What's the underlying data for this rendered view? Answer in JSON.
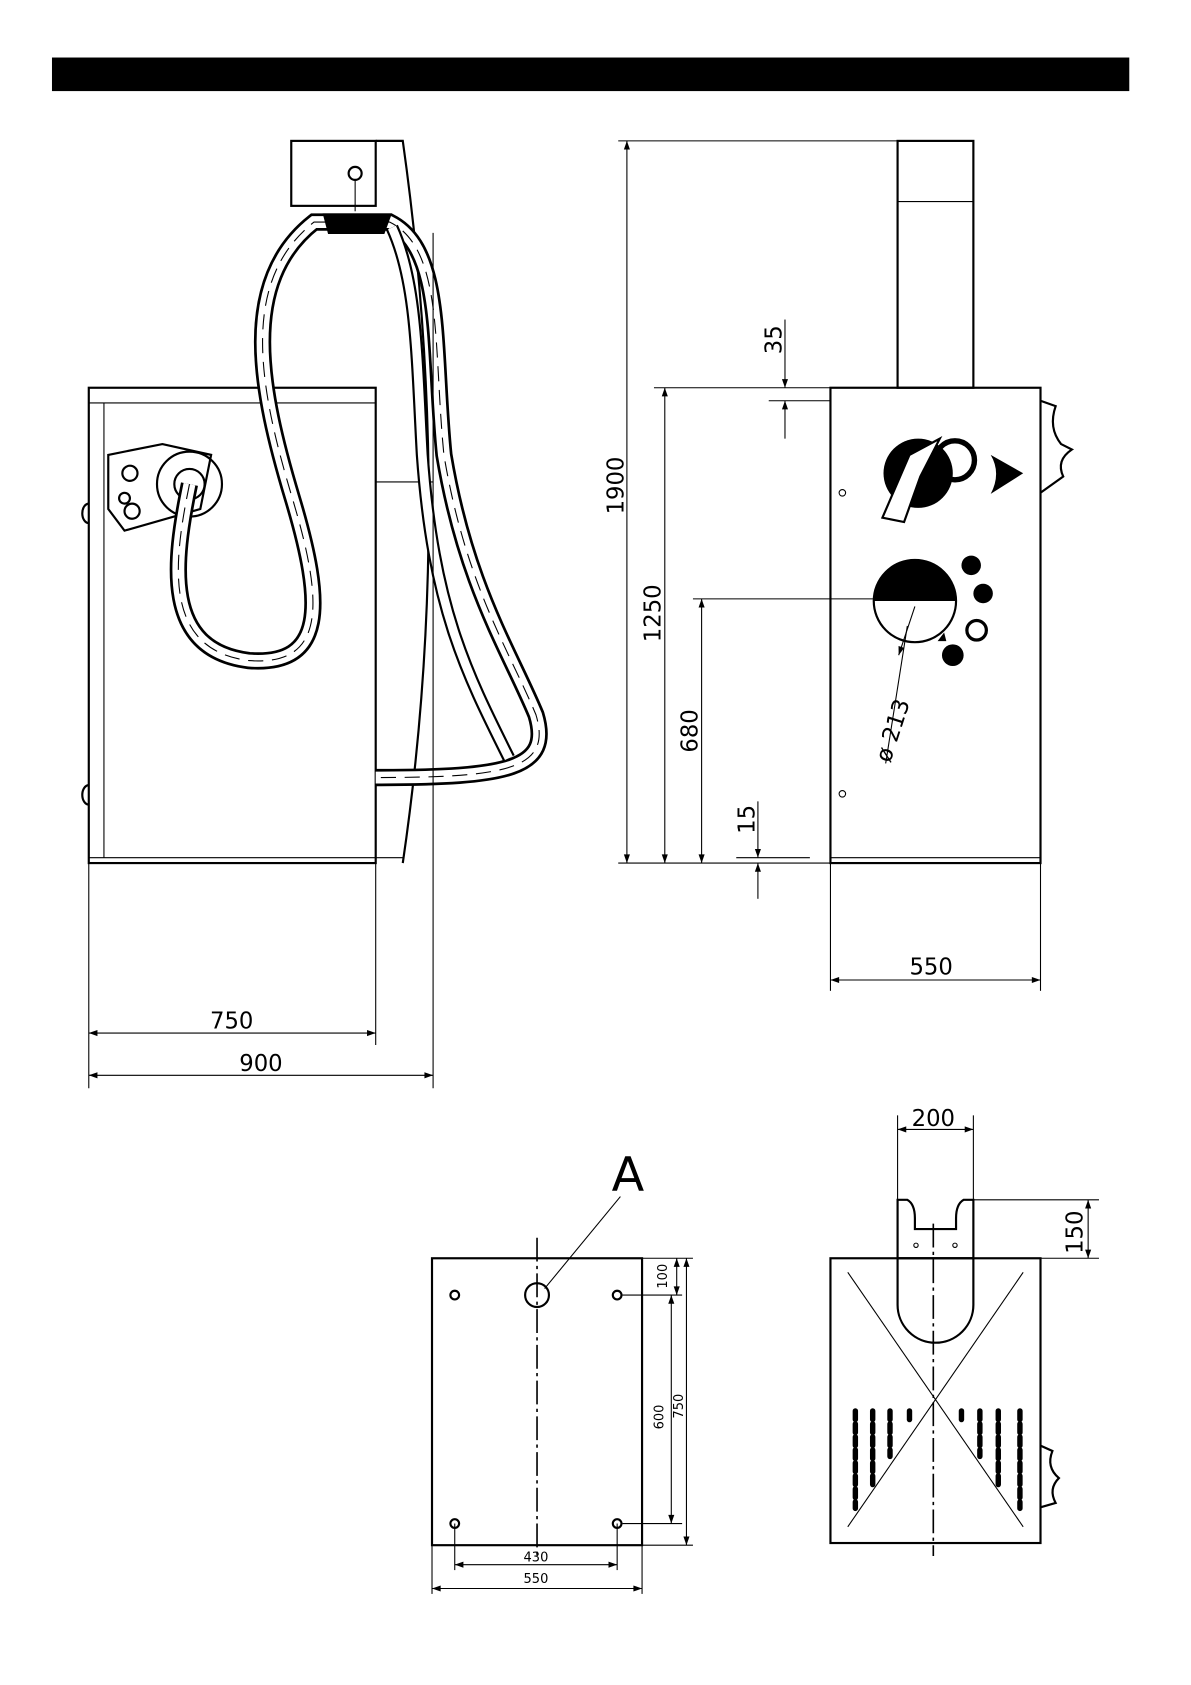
{
  "header_bar_color": "#000000",
  "side_view": {
    "dim_750": "750",
    "dim_900": "900"
  },
  "front_view": {
    "dim_1900": "1900",
    "dim_1250": "1250",
    "dim_680": "680",
    "dim_35": "35",
    "dim_15": "15",
    "dim_550": "550",
    "dim_diameter": "ø 213"
  },
  "base_plate": {
    "label_a": "A",
    "dim_100": "100",
    "dim_600": "600",
    "dim_750": "750",
    "dim_430": "430",
    "dim_550": "550"
  },
  "top_view": {
    "dim_200": "200",
    "dim_150": "150"
  }
}
